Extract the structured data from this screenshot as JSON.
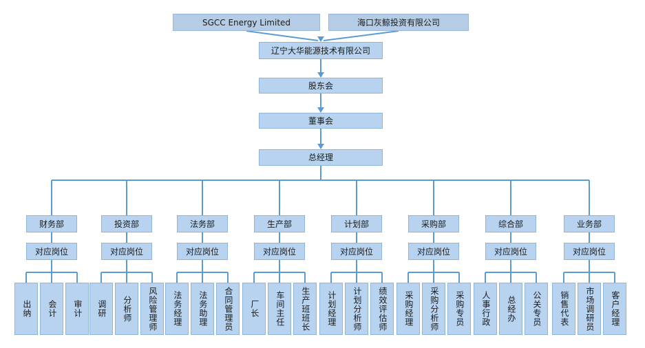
{
  "owners": [
    "SGCC Energy Limited",
    "海口灰鲸投资有限公司"
  ],
  "company": "辽宁大华能源技术有限公司",
  "shareholders": "股东会",
  "board": "董事会",
  "gm": "总经理",
  "role_label": "对应岗位",
  "departments": [
    {
      "name": "财务部",
      "roles": [
        "出纳",
        "会计",
        "审计"
      ]
    },
    {
      "name": "投资部",
      "roles": [
        "调研",
        "分析师",
        "风险管理师"
      ]
    },
    {
      "name": "法务部",
      "roles": [
        "法务经理",
        "法务助理",
        "合同管理员"
      ]
    },
    {
      "name": "生产部",
      "roles": [
        "厂长",
        "车间主任",
        "生产班班长"
      ]
    },
    {
      "name": "计划部",
      "roles": [
        "计划经理",
        "计划分析师",
        "绩效评估师"
      ]
    },
    {
      "name": "采购部",
      "roles": [
        "采购经理",
        "采购分析师",
        "采购专员"
      ]
    },
    {
      "name": "综合部",
      "roles": [
        "人事行政",
        "总经办",
        "公关专员"
      ]
    },
    {
      "name": "业务部",
      "roles": [
        "销售代表",
        "市场调研员",
        "客户经理"
      ]
    }
  ]
}
